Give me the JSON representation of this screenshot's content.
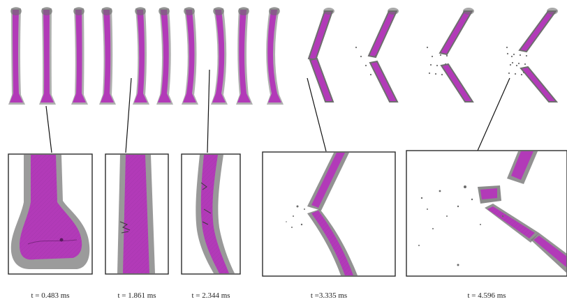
{
  "figure": {
    "sequence_frame_count": 14,
    "colors": {
      "bone": "#b23ab8",
      "bone_dark": "#7a2380",
      "shell": "#6e6e6e",
      "shell_light": "#9a9a9a",
      "frame_border": "#2a2a2a",
      "leader_line": "#111111",
      "background": "#ffffff"
    },
    "panels": [
      {
        "id": "p1",
        "caption": "t = 0.483 ms"
      },
      {
        "id": "p2",
        "caption": "t = 1.861 ms"
      },
      {
        "id": "p3",
        "caption": "t = 2.344 ms"
      },
      {
        "id": "p4",
        "caption": "t =3.335 ms"
      },
      {
        "id": "p5",
        "caption": "t = 4.596 ms"
      }
    ]
  }
}
